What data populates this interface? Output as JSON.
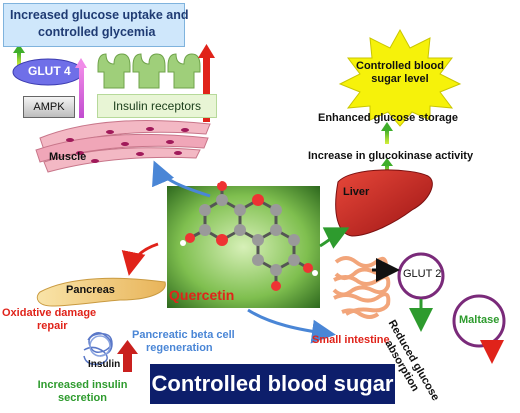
{
  "top_box": {
    "line1": "Increased glucose uptake and",
    "line2": "controlled glycemia"
  },
  "glut4": "GLUT 4",
  "ampk": "AMPK",
  "insulin_receptors": "Insulin receptors",
  "muscle": "Muscle",
  "burst": {
    "line1": "Controlled blood",
    "line2": "sugar level"
  },
  "enhanced_storage": "Enhanced glucose storage",
  "glucokinase": "Increase in glucokinase activity",
  "liver": "Liver",
  "pancreas": "Pancreas",
  "oxidative": {
    "line1": "Oxidative damage",
    "line2": "repair"
  },
  "quercetin": "Quercetin",
  "beta_cell": {
    "line1": "Pancreatic beta cell",
    "line2": "regeneration"
  },
  "insulin": "Insulin",
  "increased_secretion": {
    "line1": "Increased insulin",
    "line2": "secretion"
  },
  "small_intestine": "Small intestine",
  "glut2": "GLUT 2",
  "maltase": "Maltase",
  "reduced_absorption": {
    "line1": "Reduced glucose",
    "line2": "absorption"
  },
  "bottom_title": "Controlled blood sugar",
  "colors": {
    "red": "#e0231a",
    "blue": "#4a86d6",
    "green": "#2e9b2e",
    "dark_navy": "#0d1e6b",
    "liver_red": "#c9201e",
    "yellow": "#f6f20a",
    "lavender": "#6f6fe8",
    "glut2_purple": "#7a2a7a"
  }
}
